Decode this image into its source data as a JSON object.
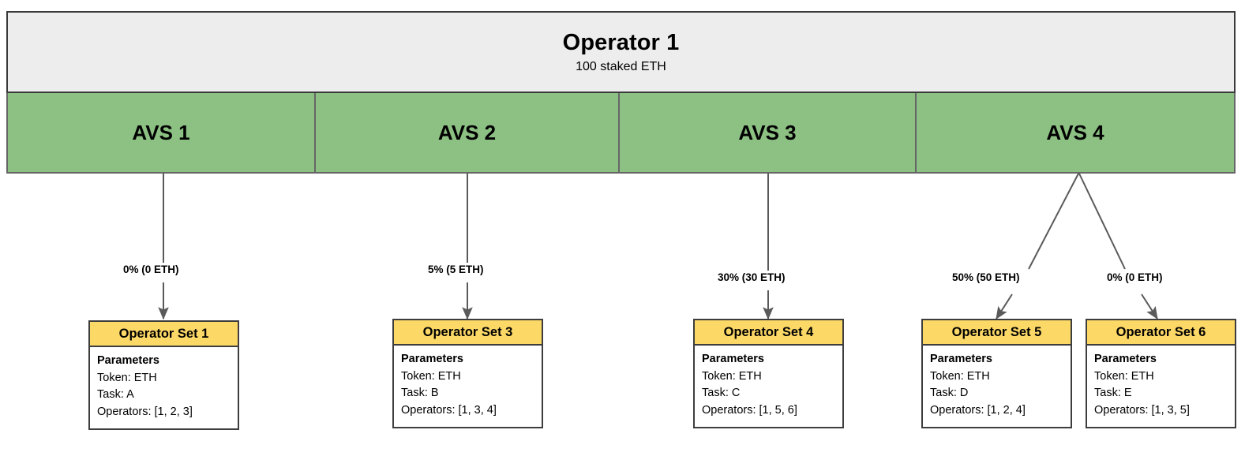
{
  "operator": {
    "title": "Operator 1",
    "subtitle": "100 staked ETH"
  },
  "avs": [
    {
      "label": "AVS 1"
    },
    {
      "label": "AVS 2"
    },
    {
      "label": "AVS 3"
    },
    {
      "label": "AVS 4"
    }
  ],
  "allocations": [
    {
      "label": "0% (0 ETH)",
      "percent": "0%",
      "amount": "0 ETH",
      "from": "AVS 1",
      "to": "Operator Set 1"
    },
    {
      "label": "5% (5 ETH)",
      "percent": "5%",
      "amount": "5 ETH",
      "from": "AVS 2",
      "to": "Operator Set 3"
    },
    {
      "label": "30% (30 ETH)",
      "percent": "30%",
      "amount": "30 ETH",
      "from": "AVS 3",
      "to": "Operator Set 4"
    },
    {
      "label": "50% (50 ETH)",
      "percent": "50%",
      "amount": "50 ETH",
      "from": "AVS 4",
      "to": "Operator Set 5"
    },
    {
      "label": "0% (0 ETH)",
      "percent": "0%",
      "amount": "0 ETH",
      "from": "AVS 4",
      "to": "Operator Set 6"
    }
  ],
  "operator_sets": [
    {
      "title": "Operator Set 1",
      "params_heading": "Parameters",
      "token": "Token: ETH",
      "task": "Task: A",
      "operators": "Operators: [1, 2, 3]"
    },
    {
      "title": "Operator Set 3",
      "params_heading": "Parameters",
      "token": "Token: ETH",
      "task": "Task: B",
      "operators": "Operators: [1, 3, 4]"
    },
    {
      "title": "Operator Set 4",
      "params_heading": "Parameters",
      "token": "Token: ETH",
      "task": "Task: C",
      "operators": "Operators: [1, 5, 6]"
    },
    {
      "title": "Operator Set 5",
      "params_heading": "Parameters",
      "token": "Token: ETH",
      "task": "Task: D",
      "operators": "Operators: [1, 2, 4]"
    },
    {
      "title": "Operator Set 6",
      "params_heading": "Parameters",
      "token": "Token: ETH",
      "task": "Task: E",
      "operators": "Operators: [1, 3, 5]"
    }
  ],
  "colors": {
    "operator_fill": "#ededed",
    "avs_fill": "#8cc183",
    "opset_header_fill": "#fcd867",
    "stroke": "#3d3d3d",
    "edge": "#666666"
  }
}
